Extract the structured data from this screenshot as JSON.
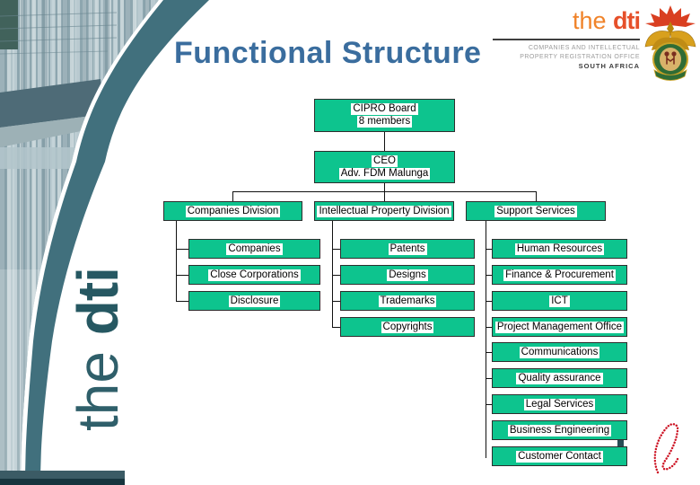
{
  "title": "Functional Structure",
  "brand": {
    "the": "the ",
    "dti": "dti",
    "subtitle_line1": "COMPANIES AND INTELLECTUAL",
    "subtitle_line2": "PROPERTY REGISTRATION OFFICE",
    "subtitle_line3": "SOUTH AFRICA"
  },
  "side_logo": {
    "the": "the ",
    "dti": "dti"
  },
  "org_chart": {
    "root": {
      "line1": "CIPRO Board",
      "line2": "8 members"
    },
    "ceo": {
      "line1": "CEO",
      "line2": "Adv. FDM Malunga"
    },
    "divisions": [
      {
        "label": "Companies Division",
        "children": [
          "Companies",
          "Close Corporations",
          "Disclosure"
        ]
      },
      {
        "label": "Intellectual Property Division",
        "children": [
          "Patents",
          "Designs",
          "Trademarks",
          "Copyrights"
        ]
      },
      {
        "label": "Support Services",
        "children": [
          "Human Resources",
          "Finance & Procurement",
          "ICT",
          "Project Management Office",
          "Communications",
          "Quality assurance",
          "Legal Services",
          "Business Engineering",
          "Customer Contact"
        ]
      }
    ]
  },
  "colors": {
    "box_green": "#0dc48e",
    "title_blue": "#3a6d9e",
    "band_teal": "#41707d",
    "side_text_teal": "#2f5f6a",
    "brand_orange": "#f08329",
    "brand_red": "#e6502a",
    "ribbon_red": "#cc1122"
  },
  "icons": {
    "coat_of_arms": "south-africa-coat-of-arms-icon",
    "ribbon": "aids-awareness-ribbon-icon"
  }
}
